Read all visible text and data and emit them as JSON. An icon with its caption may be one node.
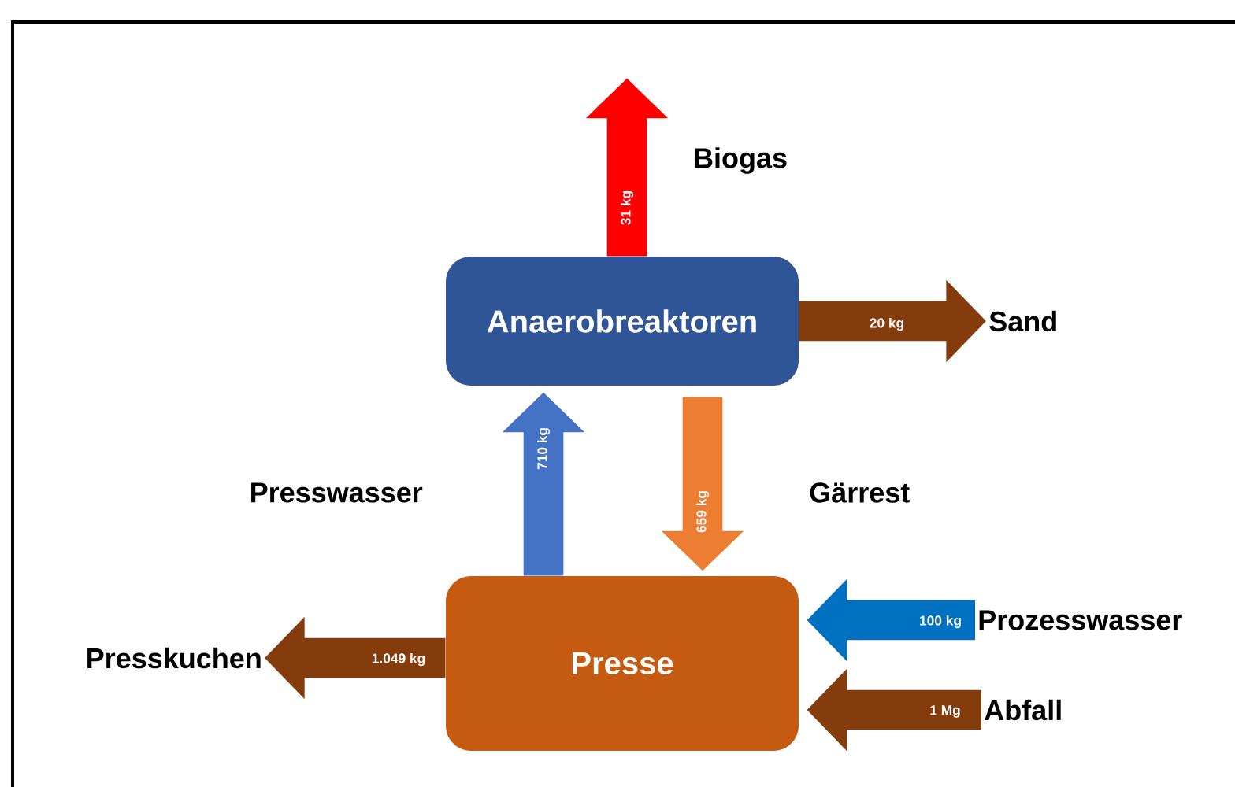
{
  "diagram": {
    "nodes": [
      {
        "text": [
          "Anaerobreaktoren"
        ]
      },
      {
        "text": [
          "Sand"
        ]
      },
      {
        "text": [
          "Presskuchen"
        ]
      },
      {
        "text": [
          "Presse"
        ]
      },
      {
        "text": [
          "Prozesswasser"
        ]
      },
      {
        "text": [
          "Abfall"
        ]
      }
    ],
    "edges": [
      {
        "from": 0,
        "to": null,
        "arrow": "to",
        "label": "31 kg",
        "color": "#ff0000"
      },
      {
        "from": 0,
        "to": 1,
        "arrow": "to",
        "label": "20 kg",
        "color": "#843c0c"
      },
      {
        "from": 3,
        "to": 0,
        "arrow": "to",
        "label": "710 kg",
        "color": "#4472c4"
      },
      {
        "from": 0,
        "to": 3,
        "arrow": "to",
        "label": "659 kg",
        "color": "#ed7d31"
      },
      {
        "from": 3,
        "to": 2,
        "arrow": "to",
        "label": "1.049 kg",
        "color": "#843c0c"
      },
      {
        "from": 4,
        "to": 3,
        "arrow": "to",
        "label": "100 kg",
        "color": "#0070c0"
      },
      {
        "from": 5,
        "to": 3,
        "arrow": "to",
        "label": "1 Mg",
        "color": "#843c0c"
      }
    ],
    "labels": [
      "Biogas",
      "Presswasser",
      "Gärrest"
    ]
  }
}
